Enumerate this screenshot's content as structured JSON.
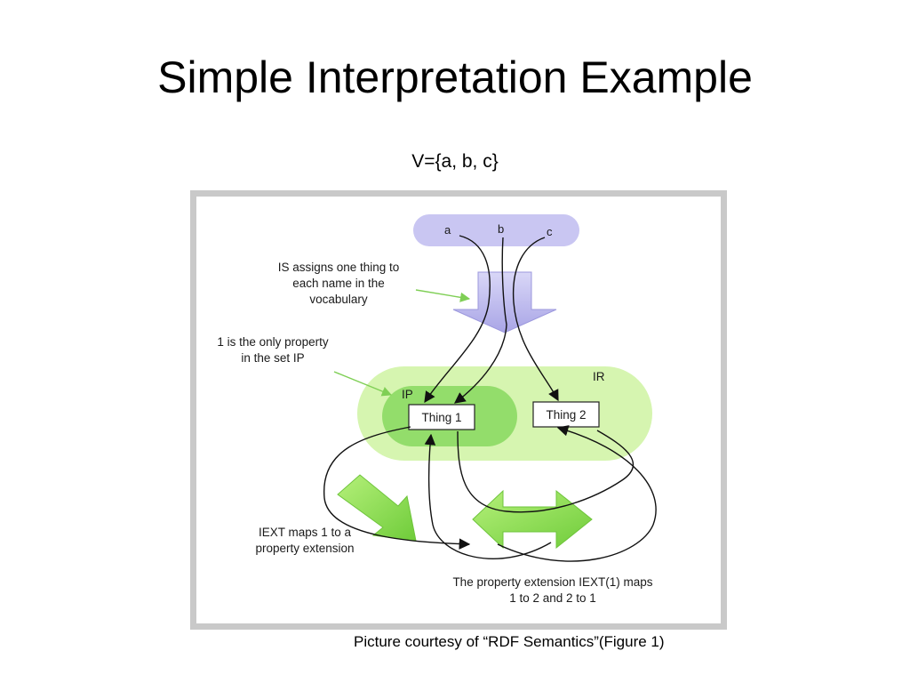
{
  "title": "Simple Interpretation Example",
  "vocabulary": "V={a, b, c}",
  "caption": "Picture courtesy of “RDF Semantics”(Figure 1)",
  "diagram": {
    "names": [
      "a",
      "b",
      "c"
    ],
    "ir_label": "IR",
    "ip_label": "IP",
    "thing1": "Thing 1",
    "thing2": "Thing 2",
    "note_is": [
      "IS assigns one thing to",
      "each name in the",
      "vocabulary"
    ],
    "note_ip": [
      "1 is the only property",
      "in the set IP"
    ],
    "note_iext": [
      "IEXT maps 1 to a",
      "property extension"
    ],
    "note_extension": [
      "The property extension IEXT(1) maps",
      "1 to 2 and 2 to 1"
    ],
    "colors": {
      "vocab_blob": "#c9c6f2",
      "ir_region": "#d6f5b0",
      "ip_region": "#93dd6b",
      "arrow_green": "#8fe25a",
      "arrow_purple": "#b9b6ee"
    }
  }
}
